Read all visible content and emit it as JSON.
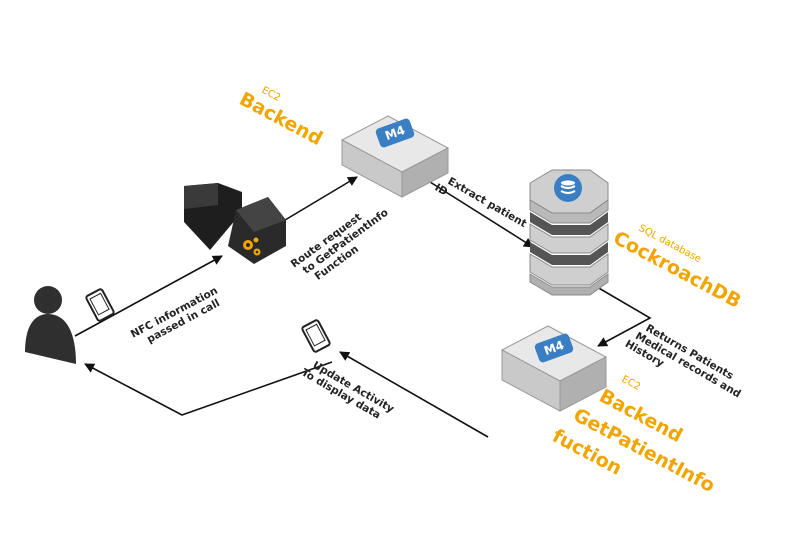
{
  "colors": {
    "accent": "#f0a500",
    "line": "#111111",
    "server_face": "#d4d4d4",
    "badge": "#3a7fc4",
    "dark_device": "#2e2e2e"
  },
  "backend_top": {
    "tag": "EC2",
    "name": "Backend",
    "badge": "M4",
    "icon": "server-icon"
  },
  "database": {
    "tag": "SQL database",
    "name": "CockroachDB",
    "icon": "database-icon"
  },
  "backend_bottom": {
    "tag": "EC2",
    "name": "Backend",
    "func_line1": "GetPatientInfo",
    "func_line2": "fuction",
    "badge": "M4",
    "icon": "server-icon"
  },
  "api_gateway": {
    "icon": "api-gateway-gear-icon"
  },
  "user": {
    "icon": "user-icon"
  },
  "edges": {
    "nfc": [
      "NFC information",
      "passed in call"
    ],
    "route": [
      "Route request",
      "to GetPatientInfo",
      "Function"
    ],
    "extract": [
      "Extract patient",
      "ID"
    ],
    "returns": [
      "Returns Patients",
      "Medical records and",
      "History"
    ],
    "update": [
      "Update Activity",
      "To display data"
    ]
  }
}
